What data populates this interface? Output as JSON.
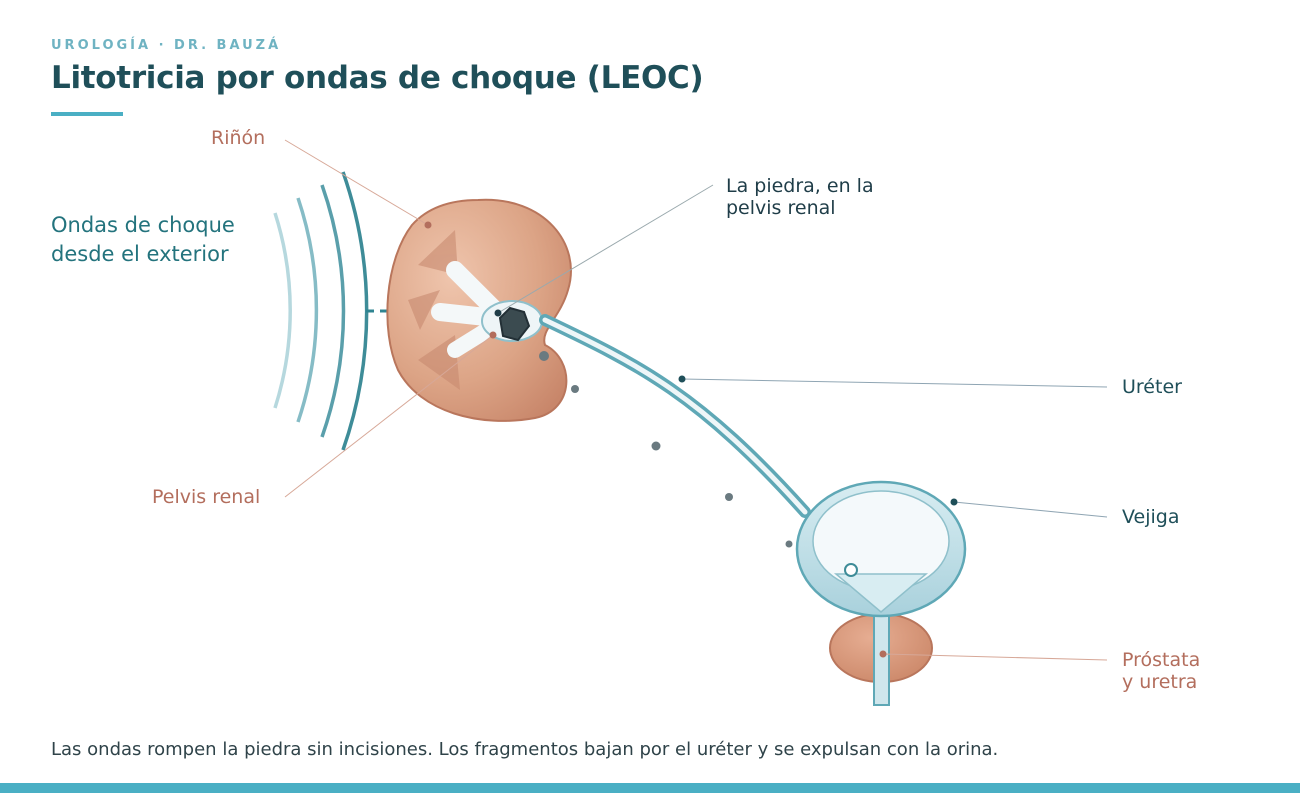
{
  "header": {
    "kicker": "UROLOGÍA · DR. BAUZÁ",
    "title": "Litotricia por ondas de choque (LEOC)"
  },
  "labels": {
    "kidney": "Riñón",
    "shockwaves_line1": "Ondas de choque",
    "shockwaves_line2": "desde el exterior",
    "stone_line1": "La piedra, en la",
    "stone_line2": "pelvis renal",
    "renal_pelvis": "Pelvis renal",
    "ureter": "Uréter",
    "bladder": "Vejiga",
    "prostate_line1": "Próstata",
    "prostate_line2": "y uretra"
  },
  "caption": "Las ondas rompen la piedra sin incisiones. Los fragmentos bajan por el uréter y se expulsan con la orina.",
  "colors": {
    "teal_dark": "#1f4f59",
    "teal_accent": "#4aafc4",
    "brown_label": "#b36e5d",
    "kidney": "#dca486",
    "stone": "#3b4b50"
  },
  "icons": {
    "stone": "stone-icon",
    "shock_arrow": "arrow-right-icon"
  }
}
